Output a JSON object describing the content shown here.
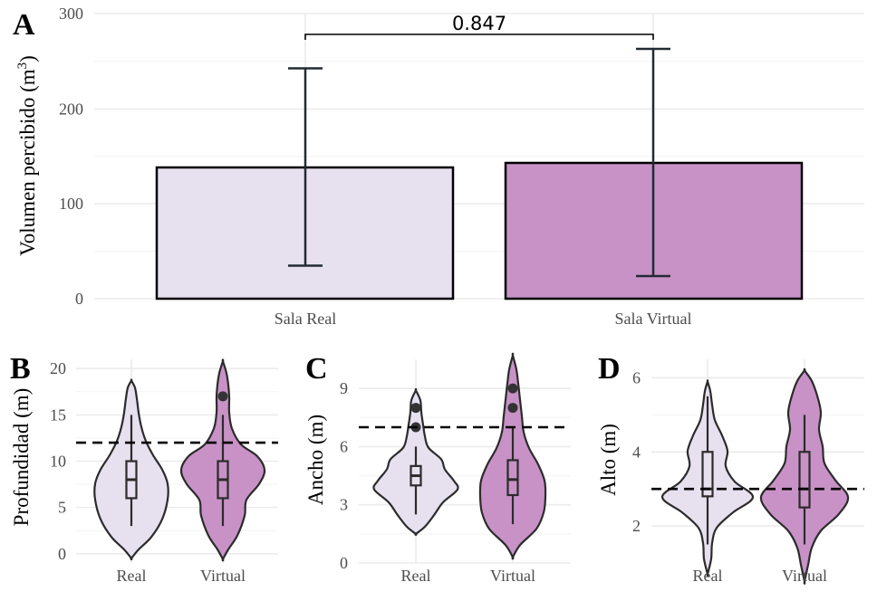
{
  "chart_data": [
    {
      "panel": "A",
      "type": "bar",
      "categories": [
        "Sala Real",
        "Sala Virtual"
      ],
      "values": [
        138,
        142
      ],
      "error_low": [
        34,
        23
      ],
      "error_high": [
        242,
        263
      ],
      "fill_colors": [
        "#e7e0ef",
        "#c892c7"
      ],
      "ylabel": "Volumen percibido (m",
      "ylabel_sup": "3",
      "ylabel_close": ")",
      "ylim": [
        0,
        300
      ],
      "yticks": [
        "0",
        "100",
        "200",
        "300"
      ],
      "annotation": "0.847",
      "grid": true
    },
    {
      "panel": "B",
      "type": "violin",
      "categories": [
        "Real",
        "Virtual"
      ],
      "ylabel": "Profundidad (m)",
      "ylim": [
        -1,
        21
      ],
      "yticks": [
        "0",
        "5",
        "10",
        "15",
        "20"
      ],
      "reference_line": 12,
      "fill_colors": [
        "#e7e0ef",
        "#c892c7"
      ],
      "box": [
        {
          "min": 3,
          "q1": 6,
          "median": 8,
          "q3": 10,
          "max": 15,
          "outliers": []
        },
        {
          "min": 3,
          "q1": 6,
          "median": 8,
          "q3": 10,
          "max": 15,
          "outliers": [
            17
          ]
        }
      ],
      "violin_range": [
        [
          -0.5,
          18.7
        ],
        [
          -0.6,
          20.8
        ]
      ],
      "grid": true
    },
    {
      "panel": "C",
      "type": "violin",
      "categories": [
        "Real",
        "Virtual"
      ],
      "ylabel": "Ancho (m)",
      "ylim": [
        0,
        10.5
      ],
      "yticks": [
        "0",
        "3",
        "6",
        "9"
      ],
      "reference_line": 7,
      "fill_colors": [
        "#e7e0ef",
        "#c892c7"
      ],
      "box": [
        {
          "min": 2.5,
          "q1": 4,
          "median": 4.5,
          "q3": 5,
          "max": 6,
          "outliers": [
            7,
            8
          ]
        },
        {
          "min": 2,
          "q1": 3.5,
          "median": 4.3,
          "q3": 5.3,
          "max": 7,
          "outliers": [
            8,
            9
          ]
        }
      ],
      "violin_range": [
        [
          1.5,
          8.9
        ],
        [
          0.3,
          10.7
        ]
      ],
      "grid": true
    },
    {
      "panel": "D",
      "type": "violin",
      "categories": [
        "Real",
        "Virtual"
      ],
      "ylabel": "Alto (m)",
      "ylim": [
        1,
        6.5
      ],
      "yticks": [
        "2",
        "4",
        "6"
      ],
      "reference_line": 3,
      "fill_colors": [
        "#e7e0ef",
        "#c892c7"
      ],
      "box": [
        {
          "min": 1.5,
          "q1": 2.8,
          "median": 3,
          "q3": 4,
          "max": 5.5,
          "outliers": []
        },
        {
          "min": 1.5,
          "q1": 2.5,
          "median": 3,
          "q3": 4,
          "max": 5,
          "outliers": []
        }
      ],
      "violin_range": [
        [
          0.7,
          5.9
        ],
        [
          0.5,
          6.2
        ]
      ],
      "grid": true
    }
  ]
}
